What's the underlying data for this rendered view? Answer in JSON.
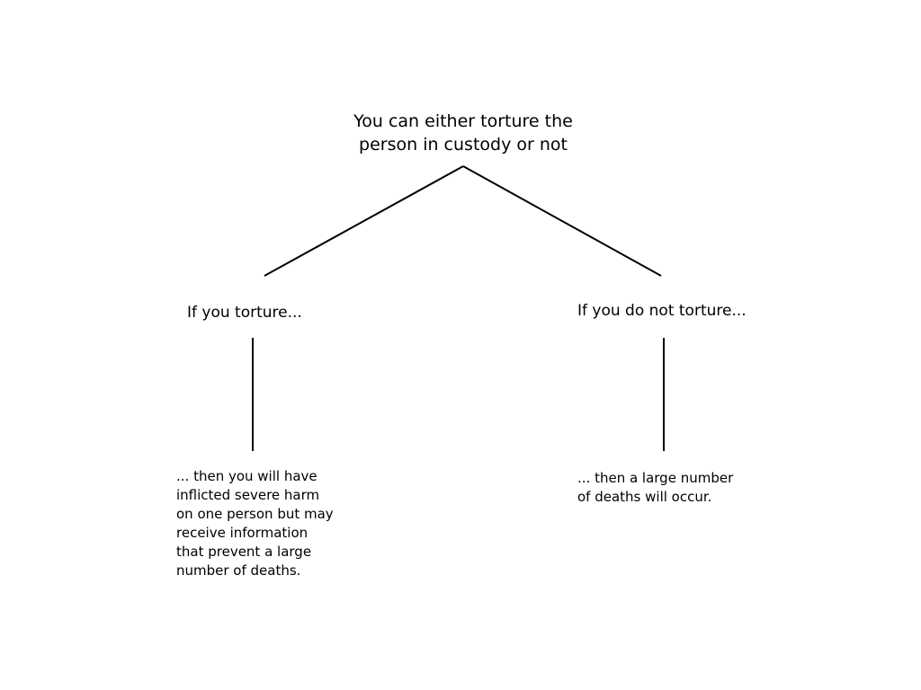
{
  "diagram": {
    "root": {
      "text": "You can either torture the\nperson in custody or not"
    },
    "branches": [
      {
        "label": "If you torture...",
        "outcome": "... then you will have\ninflicted severe harm\non one person but may\nreceive information\nthat prevent a large\nnumber of deaths."
      },
      {
        "label": "If you do not torture...",
        "outcome": "... then a large number\nof deaths will occur."
      }
    ]
  },
  "colors": {
    "background": "#ffffff",
    "text": "#000000",
    "lines": "#000000"
  }
}
